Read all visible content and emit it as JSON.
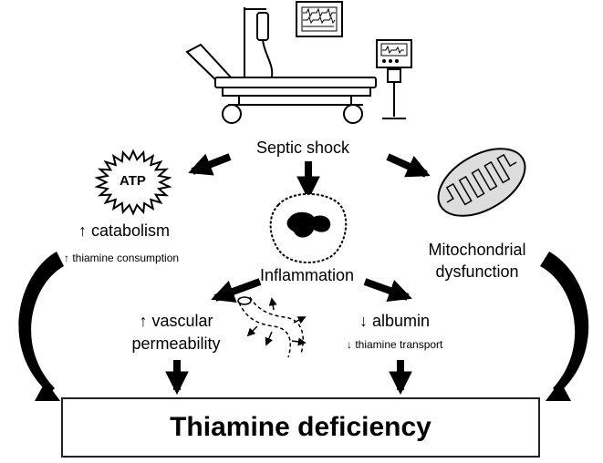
{
  "center": {
    "shock": "Septic shock",
    "inflammation": "Inflammation"
  },
  "left": {
    "atp_text": "ATP",
    "catabolism": "↑ catabolism",
    "consumption": "↑ thiamine consumption"
  },
  "right": {
    "mito_line1": "Mitochondrial",
    "mito_line2": "dysfunction"
  },
  "lower_left": {
    "vascular_line1": "↑ vascular",
    "vascular_line2": "permeability"
  },
  "lower_right": {
    "albumin": "↓ albumin",
    "transport": "↓ thiamine transport"
  },
  "outcome": {
    "label": "Thiamine deficiency"
  },
  "icons": [
    "hospital-bed-icon",
    "iv-drip-icon",
    "heart-monitor-icon",
    "ventilator-icon",
    "atp-burst-icon",
    "inflammatory-cell-icon",
    "mitochondrion-icon",
    "leaky-vessel-icon"
  ]
}
